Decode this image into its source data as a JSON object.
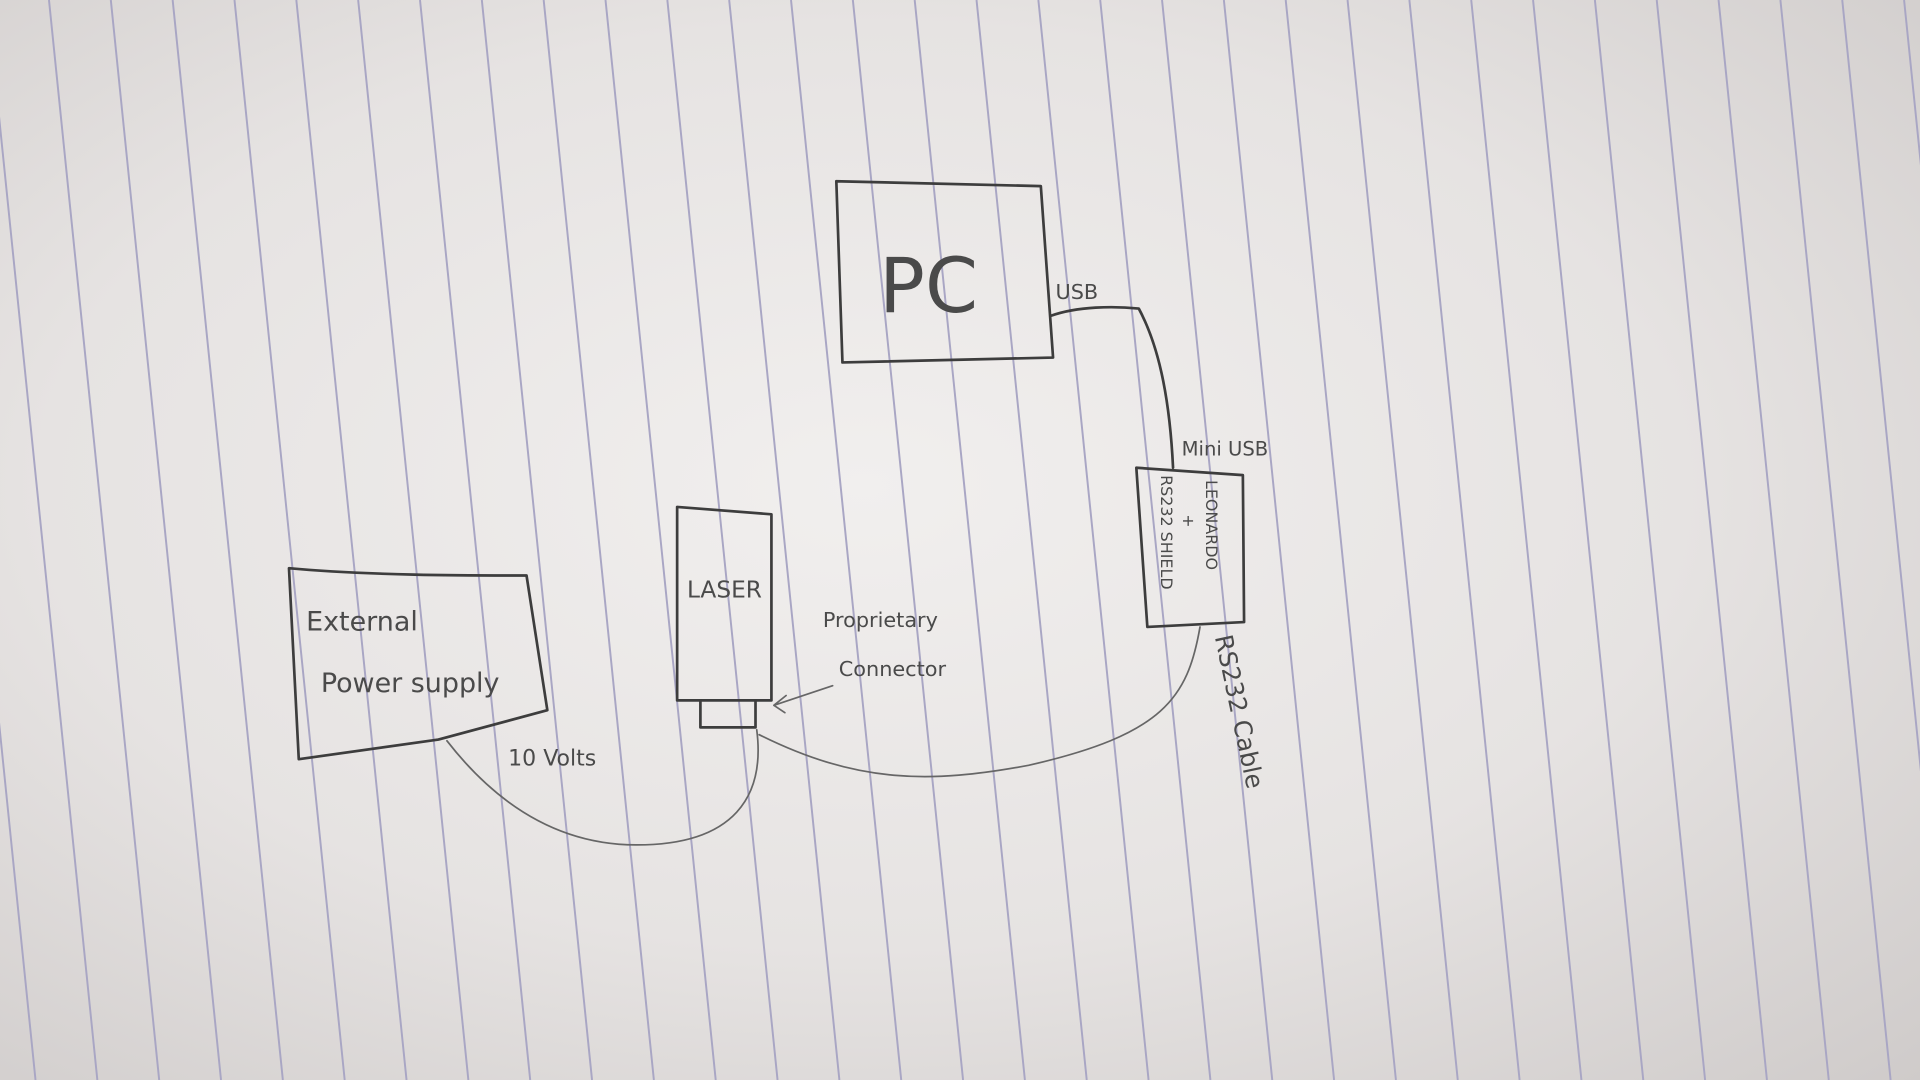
{
  "diagram": {
    "nodes": {
      "pc": "PC",
      "laser": "LASER",
      "power_supply_line1": "External",
      "power_supply_line2": "Power supply",
      "controller_line1": "LEONARDO",
      "controller_line2": "+",
      "controller_line3": "RS232 SHIELD"
    },
    "labels": {
      "usb": "USB",
      "mini_usb": "Mini USB",
      "rs232_cable": "RS232 Cable",
      "proprietary_line1": "Proprietary",
      "proprietary_line2": "Connector",
      "volts": "10 Volts"
    }
  }
}
